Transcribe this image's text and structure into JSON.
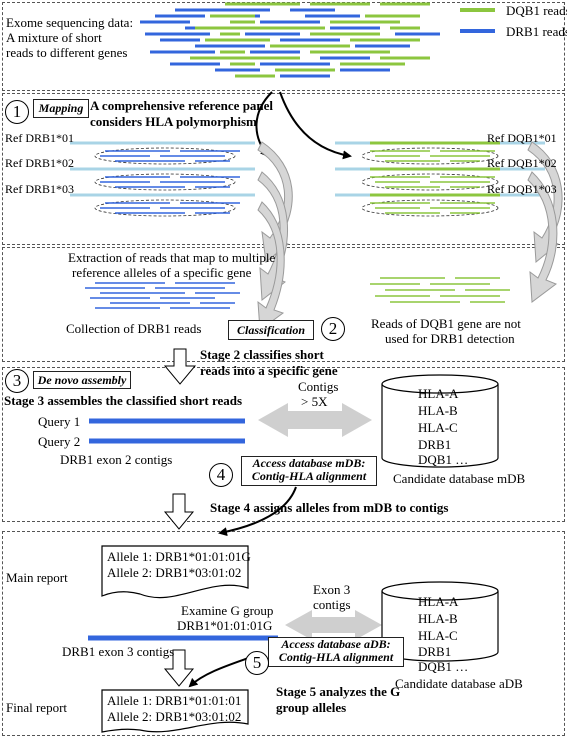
{
  "colors": {
    "drb1": "#3366dd",
    "dqb1": "#8cc63f",
    "ref_line": "#a9d4e6",
    "arrow_gray": "#bdbdbd",
    "frame": "#555555"
  },
  "legend": {
    "dqb1": "DQB1 reads",
    "drb1": "DRB1 reads"
  },
  "intro": {
    "line1": "Exome sequencing data:",
    "line2": "A mixture of short",
    "line3": "reads to different genes"
  },
  "stage1": {
    "number": "1",
    "box_label": "Mapping",
    "caption_line1": "A comprehensive reference panel",
    "caption_line2": "considers HLA polymorphism",
    "refs_left": [
      "Ref DRB1*01",
      "Ref DRB1*02",
      "Ref DRB1*03"
    ],
    "refs_right": [
      "Ref DQB1*01",
      "Ref DQB1*02",
      "Ref DQB1*03"
    ]
  },
  "stage2": {
    "number": "2",
    "box_label": "Classification",
    "extract_line1": "Extraction of reads that map to multiple",
    "extract_line2": "reference alleles of a specific gene",
    "collection": "Collection of DRB1 reads",
    "dq_line1": "Reads of DQB1 gene are not",
    "dq_line2": "used for DRB1 detection",
    "caption_line1": "Stage 2 classifies short",
    "caption_line2": "reads into a specific gene"
  },
  "stage3": {
    "number": "3",
    "box_label": "De novo assembly",
    "caption": "Stage 3 assembles the classified short reads",
    "query1": "Query 1",
    "query2": "Query 2",
    "contigs_label": "DRB1 exon 2 contigs",
    "contig_cov_line1": "Contigs",
    "contig_cov_line2": "> 5X",
    "db_items": [
      "HLA-A",
      "HLA-B",
      "HLA-C",
      "DRB1",
      "DQB1 …"
    ],
    "db_name": "Candidate database mDB"
  },
  "stage4": {
    "number": "4",
    "box_line1": "Access database mDB:",
    "box_line2": "Contig-HLA alignment",
    "caption": "Stage 4 assigns alleles from mDB to contigs"
  },
  "main_report": {
    "label": "Main report",
    "allele1": "Allele 1: DRB1*01:01:01G",
    "allele2": "Allele 2: DRB1*03:01:02"
  },
  "stage5": {
    "number": "5",
    "examine_line1": "Examine G group",
    "examine_line2": "DRB1*01:01:01G",
    "contigs_label": "DRB1 exon 3 contigs",
    "exon3_line1": "Exon 3",
    "exon3_line2": "contigs",
    "box_line1": "Access database aDB:",
    "box_line2": "Contig-HLA alignment",
    "caption_line1": "Stage 5 analyzes the G",
    "caption_line2": "group alleles",
    "db_items": [
      "HLA-A",
      "HLA-B",
      "HLA-C",
      "DRB1",
      "DQB1 …"
    ],
    "db_name": "Candidate database aDB"
  },
  "final_report": {
    "label": "Final report",
    "allele1": "Allele 1: DRB1*01:01:01",
    "allele2": "Allele 2: DRB1*03:01:02"
  }
}
